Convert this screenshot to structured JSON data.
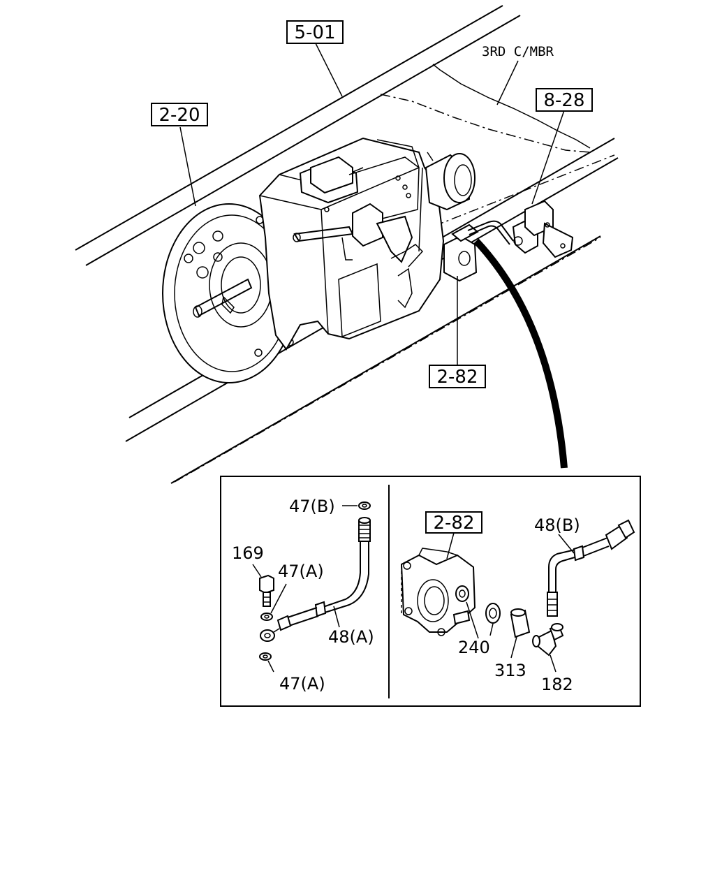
{
  "callouts": {
    "ref_5_01": "5-01",
    "ref_2_20": "2-20",
    "ref_8_28": "8-28",
    "ref_2_82_main": "2-82",
    "ref_2_82_detail": "2-82",
    "third_crossmember": "3RD C/MBR"
  },
  "detail_left": {
    "p47b": "47(B)",
    "p169": "169",
    "p47a_top": "47(A)",
    "p48a": "48(A)",
    "p47a_bottom": "47(A)"
  },
  "detail_right": {
    "p48b": "48(B)",
    "p240": "240",
    "p313": "313",
    "p182": "182"
  }
}
